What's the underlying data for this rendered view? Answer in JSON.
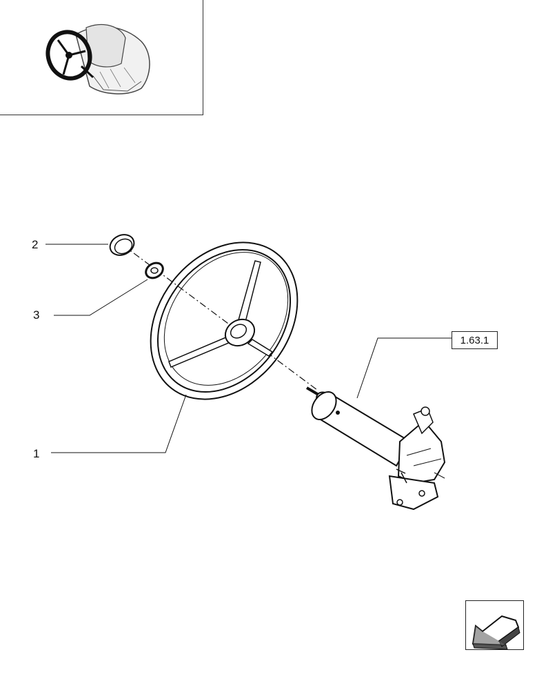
{
  "callouts": {
    "item_2": "2",
    "item_3": "3",
    "item_1": "1"
  },
  "reference": {
    "label": "1.63.1"
  },
  "icons": {
    "thumbnail": "steering-wheel-location-thumbnail",
    "navigation": "arrow-back-icon"
  },
  "colors": {
    "line": "#111111",
    "background": "#ffffff"
  }
}
